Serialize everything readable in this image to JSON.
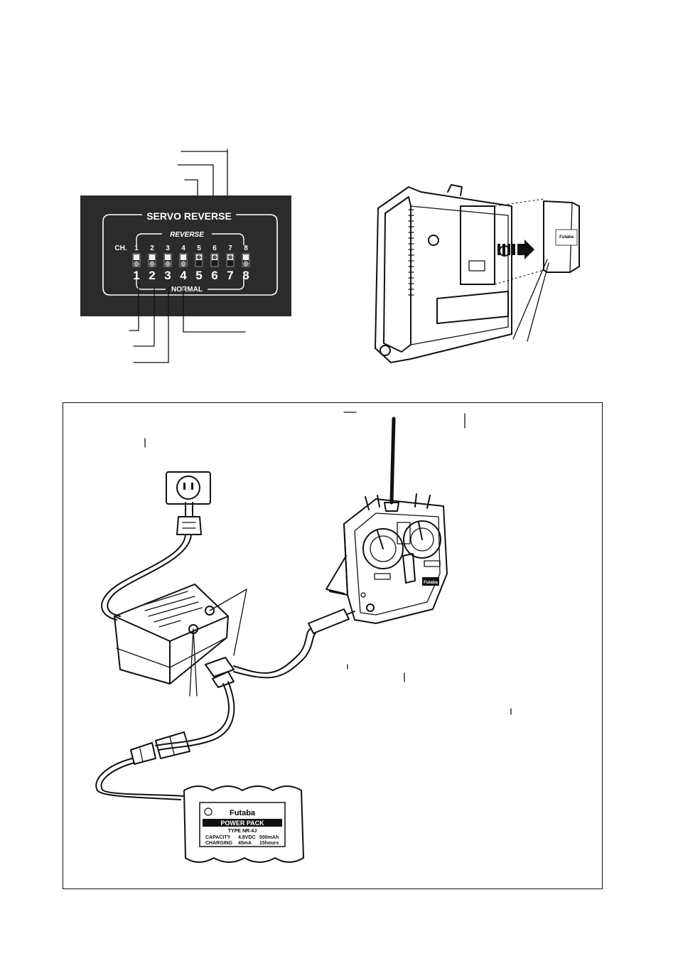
{
  "servo_panel": {
    "title": "SERVO REVERSE",
    "reverse_label": "REVERSE",
    "normal_label": "NORMAL",
    "channel_prefix": "CH.",
    "top_numbers": [
      "1",
      "2",
      "3",
      "4",
      "5",
      "6",
      "7",
      "8"
    ],
    "bottom_numbers": [
      "1",
      "2",
      "3",
      "4",
      "5",
      "6",
      "7",
      "8"
    ],
    "switch_states": [
      "normal",
      "normal",
      "normal",
      "normal",
      "reverse",
      "reverse",
      "reverse",
      "normal"
    ]
  },
  "battery_pack": {
    "brand": "Futaba",
    "line1": "POWER PACK",
    "line2": "TYPE  NR-4J",
    "row1": [
      "CAPACITY",
      "4.8VDC",
      "500mAh"
    ],
    "row2": [
      "CHARGING",
      "45mA",
      "15hours"
    ]
  },
  "transmitter_back": {
    "module_brand": "Futaba"
  },
  "transmitter_front": {
    "brand": "Futaba"
  },
  "colors": {
    "panel_bg": "#2b2b2b",
    "ink": "#111111",
    "paper": "#ffffff"
  }
}
